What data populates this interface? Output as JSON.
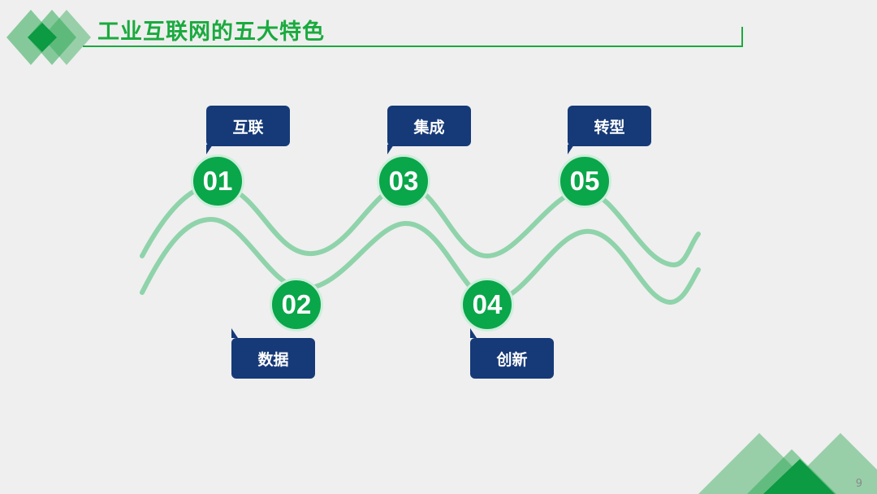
{
  "slide": {
    "title": "工业互联网的五大特色",
    "page_number": "9"
  },
  "features": [
    {
      "number": "01",
      "label": "互联"
    },
    {
      "number": "02",
      "label": "数据"
    },
    {
      "number": "03",
      "label": "集成"
    },
    {
      "number": "04",
      "label": "创新"
    },
    {
      "number": "05",
      "label": "转型"
    }
  ],
  "colors": {
    "title_green": "#1aaa3e",
    "node_green": "#0aa64a",
    "wave_green": "#8fd3aa",
    "label_navy": "#163a78",
    "background": "#efefef"
  }
}
